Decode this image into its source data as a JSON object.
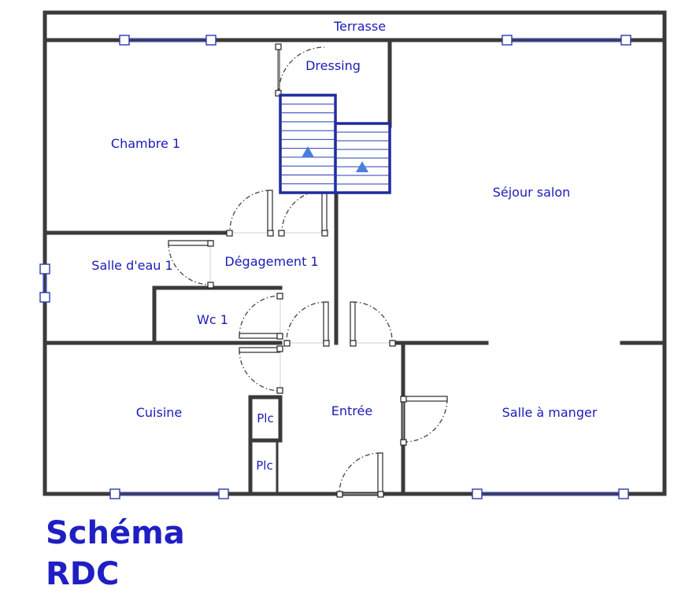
{
  "rooms": {
    "terrasse": "Terrasse",
    "dressing": "Dressing",
    "chambre1": "Chambre 1",
    "sejour": "Séjour salon",
    "salle_eau": "Salle d'eau 1",
    "degagement": "Dégagement 1",
    "wc": "Wc 1",
    "cuisine": "Cuisine",
    "entree": "Entrée",
    "salle_manger": "Salle à manger",
    "placard_1": "Plc",
    "placard_2": "Plc"
  },
  "caption": {
    "line1": "Schéma",
    "line2": "RDC"
  },
  "colors": {
    "walls": "#3a3a3a",
    "labels": "#1b1bb8",
    "stairs": "#1f2a9c",
    "stair_arrow": "#4a7fe0",
    "caption": "#1f1fc4"
  }
}
